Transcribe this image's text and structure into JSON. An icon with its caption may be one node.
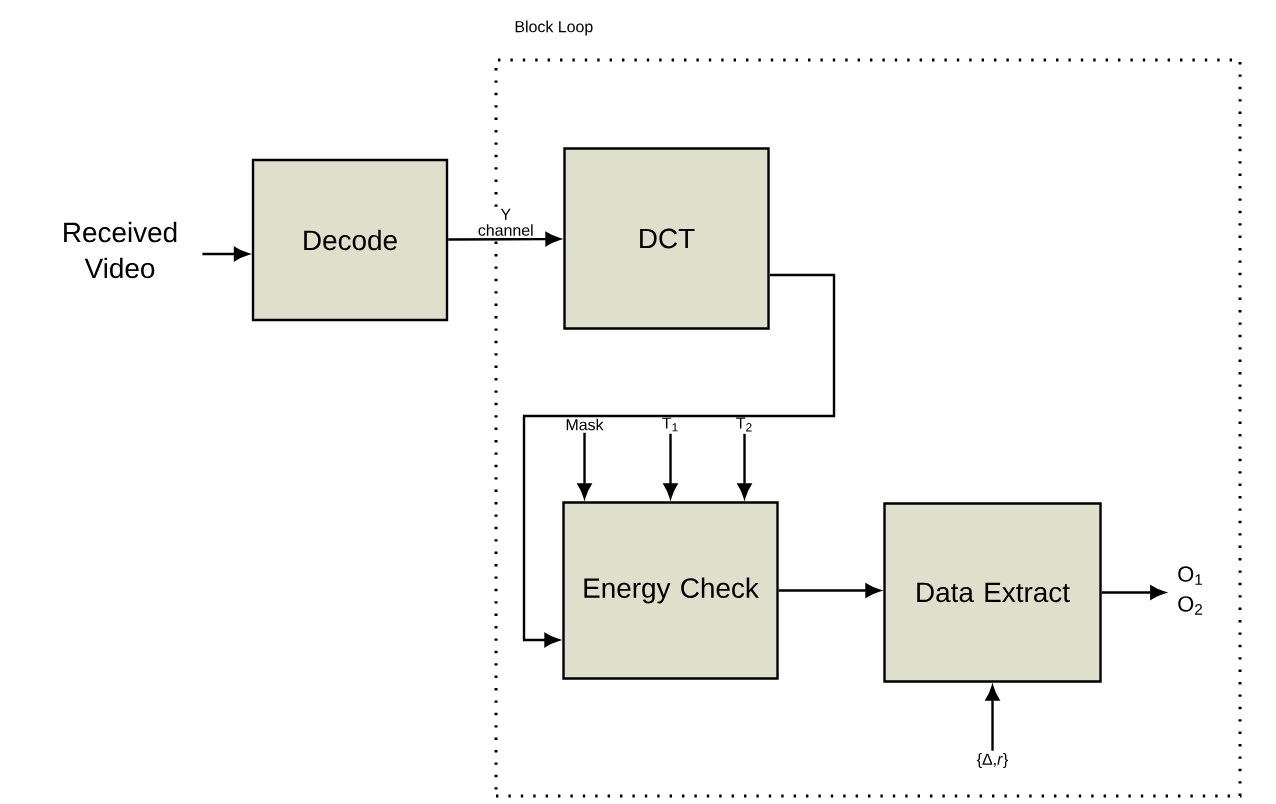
{
  "diagram": {
    "nodes": [
      {
        "text": [
          "Block Loop"
        ]
      },
      {
        "text": [
          "Received Video"
        ]
      },
      {
        "text": [
          "Decode"
        ]
      },
      {
        "text": [
          "DCT"
        ],
        "in": 0
      },
      {
        "text": [
          "Energy Check"
        ],
        "in": 0
      },
      {
        "text": [
          "Data Extract"
        ],
        "in": 0
      },
      {
        "text": [
          "Mask"
        ],
        "in": 0
      },
      {
        "text": [
          "T$_{1}$"
        ],
        "in": 0
      },
      {
        "text": [
          "T$_{2}$"
        ],
        "in": 0
      },
      {
        "text": [
          "{Δ,*r*}"
        ],
        "in": 0
      },
      {
        "text": [
          "O$_{1}$",
          "O$_{2}$"
        ],
        "in": 0
      }
    ],
    "edges": [
      {
        "from": 1,
        "to": 2,
        "arrow": "to"
      },
      {
        "from": 2,
        "to": 3,
        "arrow": "to",
        "label": "Y channel"
      },
      {
        "from": 3,
        "to": 4,
        "arrow": "to"
      },
      {
        "from": 4,
        "to": 5,
        "arrow": "to"
      },
      {
        "from": 6,
        "to": 4,
        "arrow": "to"
      },
      {
        "from": 7,
        "to": 4,
        "arrow": "to"
      },
      {
        "from": 8,
        "to": 4,
        "arrow": "to"
      },
      {
        "from": 9,
        "to": 5,
        "arrow": "to"
      },
      {
        "from": 5,
        "to": 10,
        "arrow": "to"
      }
    ]
  }
}
